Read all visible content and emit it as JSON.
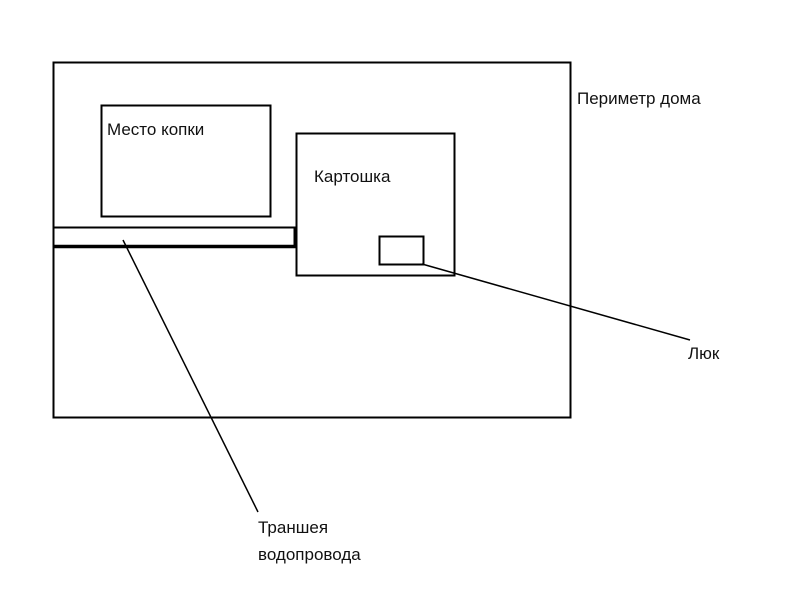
{
  "labels": {
    "perimeter": "Периметр дома",
    "digging_place": "Место копки",
    "potato": "Картошка",
    "hatch": "Люк",
    "trench_line1": "Траншея",
    "trench_line2": "водопровода"
  }
}
